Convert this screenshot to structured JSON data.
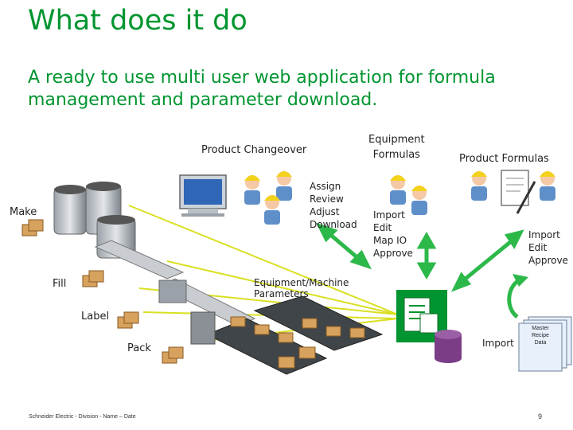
{
  "title": "What does it do",
  "subtitle": "A ready to use multi user web application for formula management and parameter download.",
  "labels": {
    "product_changeover": "Product Changeover",
    "equipment_formulas": [
      "Equipment",
      "Formulas"
    ],
    "product_formulas": "Product Formulas",
    "make": "Make",
    "fill": "Fill",
    "label": "Label",
    "pack": "Pack",
    "equipment_machine_parameters": [
      "Equipment/Machine",
      "Parameters"
    ],
    "import": "Import",
    "master_recipe_data": [
      "Master",
      "Recipe",
      "Data"
    ]
  },
  "action_lists": {
    "changeover": [
      "Assign",
      "Review",
      "Adjust",
      "Download"
    ],
    "equipment": [
      "Import",
      "Edit",
      "Map IO",
      "Approve"
    ],
    "product": [
      "Import",
      "Edit",
      "Approve"
    ]
  },
  "footer": {
    "text": "Schneider Electric - Division - Name – Date",
    "page": "9"
  },
  "colors": {
    "brand_green": "#009530",
    "arrow_green": "#2db84a",
    "line_yellow": "#d9e021",
    "db_purple": "#7a3d86",
    "app_icon_green": "#009530"
  }
}
